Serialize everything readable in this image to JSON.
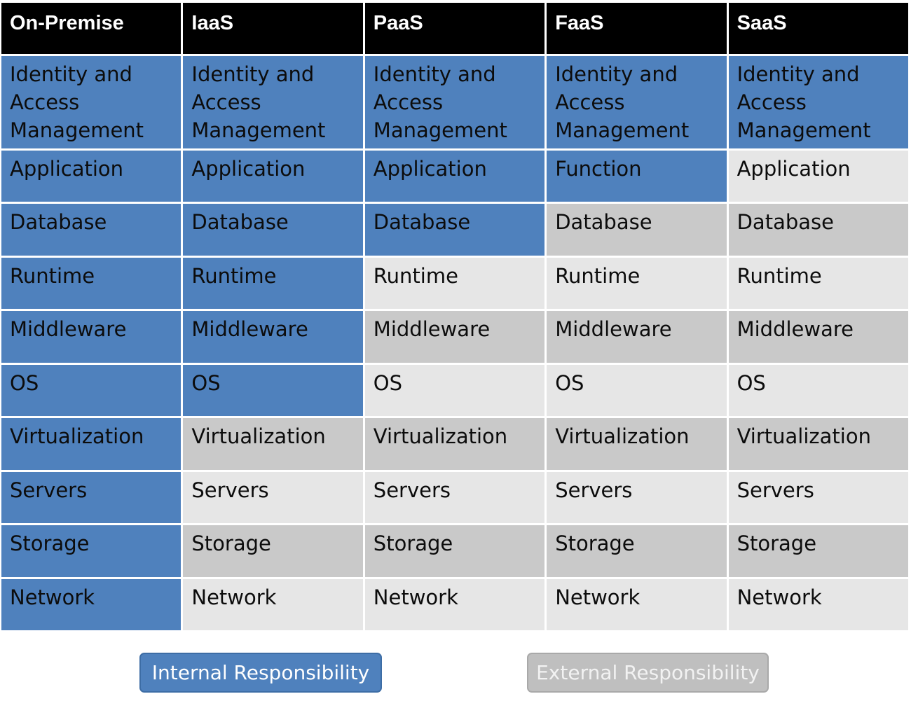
{
  "colors": {
    "header_background": "#000000",
    "header_text": "#ffffff",
    "internal": "#4f81bd",
    "external_light": "#e6e6e6",
    "external_dark": "#c9c9c9",
    "text": "#0c0c0c"
  },
  "columns": [
    {
      "header": "On-Premise",
      "cells": [
        {
          "text": "Identity and Access Management",
          "kind": "internal"
        },
        {
          "text": "Application",
          "kind": "internal"
        },
        {
          "text": "Database",
          "kind": "internal"
        },
        {
          "text": "Runtime",
          "kind": "internal"
        },
        {
          "text": "Middleware",
          "kind": "internal"
        },
        {
          "text": "OS",
          "kind": "internal"
        },
        {
          "text": "Virtualization",
          "kind": "internal"
        },
        {
          "text": "Servers",
          "kind": "internal"
        },
        {
          "text": "Storage",
          "kind": "internal"
        },
        {
          "text": "Network",
          "kind": "internal"
        }
      ]
    },
    {
      "header": "IaaS",
      "cells": [
        {
          "text": "Identity and Access Management",
          "kind": "internal"
        },
        {
          "text": "Application",
          "kind": "internal"
        },
        {
          "text": "Database",
          "kind": "internal"
        },
        {
          "text": "Runtime",
          "kind": "internal"
        },
        {
          "text": "Middleware",
          "kind": "internal"
        },
        {
          "text": "OS",
          "kind": "internal"
        },
        {
          "text": "Virtualization",
          "kind": "external"
        },
        {
          "text": "Servers",
          "kind": "external"
        },
        {
          "text": "Storage",
          "kind": "external"
        },
        {
          "text": "Network",
          "kind": "external"
        }
      ]
    },
    {
      "header": "PaaS",
      "cells": [
        {
          "text": "Identity and Access Management",
          "kind": "internal"
        },
        {
          "text": "Application",
          "kind": "internal"
        },
        {
          "text": "Database",
          "kind": "internal"
        },
        {
          "text": "Runtime",
          "kind": "external"
        },
        {
          "text": "Middleware",
          "kind": "external"
        },
        {
          "text": "OS",
          "kind": "external"
        },
        {
          "text": "Virtualization",
          "kind": "external"
        },
        {
          "text": "Servers",
          "kind": "external"
        },
        {
          "text": "Storage",
          "kind": "external"
        },
        {
          "text": "Network",
          "kind": "external"
        }
      ]
    },
    {
      "header": "FaaS",
      "cells": [
        {
          "text": "Identity and Access Management",
          "kind": "internal"
        },
        {
          "text": "Function",
          "kind": "internal"
        },
        {
          "text": "Database",
          "kind": "external"
        },
        {
          "text": "Runtime",
          "kind": "external"
        },
        {
          "text": "Middleware",
          "kind": "external"
        },
        {
          "text": "OS",
          "kind": "external"
        },
        {
          "text": "Virtualization",
          "kind": "external"
        },
        {
          "text": "Servers",
          "kind": "external"
        },
        {
          "text": "Storage",
          "kind": "external"
        },
        {
          "text": "Network",
          "kind": "external"
        }
      ]
    },
    {
      "header": "SaaS",
      "cells": [
        {
          "text": "Identity and Access Management",
          "kind": "internal"
        },
        {
          "text": "Application",
          "kind": "external"
        },
        {
          "text": "Database",
          "kind": "external"
        },
        {
          "text": "Runtime",
          "kind": "external"
        },
        {
          "text": "Middleware",
          "kind": "external"
        },
        {
          "text": "OS",
          "kind": "external"
        },
        {
          "text": "Virtualization",
          "kind": "external"
        },
        {
          "text": "Servers",
          "kind": "external"
        },
        {
          "text": "Storage",
          "kind": "external"
        },
        {
          "text": "Network",
          "kind": "external"
        }
      ]
    }
  ],
  "legend": {
    "internal_label": "Internal Responsibility",
    "external_label": "External Responsibility"
  }
}
